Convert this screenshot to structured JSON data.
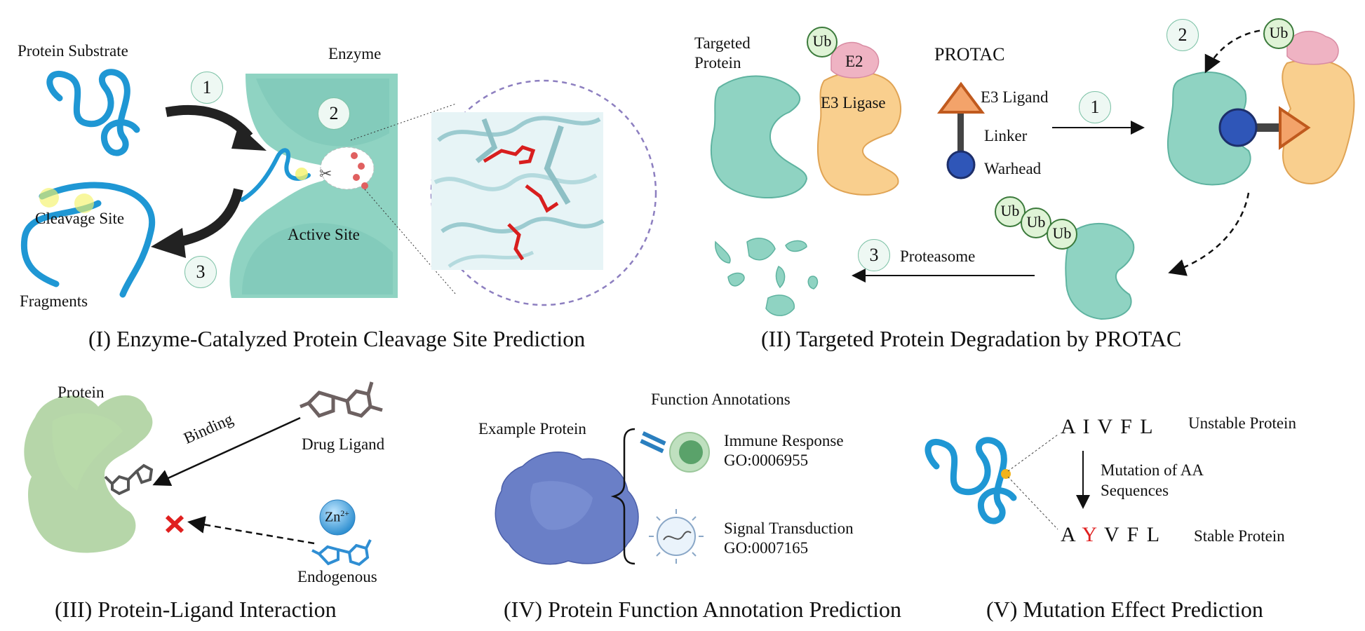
{
  "panel1": {
    "caption": "(I) Enzyme-Catalyzed Protein Cleavage Site Prediction",
    "protein_substrate": "Protein Substrate",
    "enzyme": "Enzyme",
    "active_site": "Active Site",
    "cleavage_site": "Cleavage Site",
    "fragments": "Fragments",
    "step1": "1",
    "step2": "2",
    "step3": "3"
  },
  "panel2": {
    "caption": "(II) Targeted Protein Degradation by PROTAC",
    "targeted_protein": "Targeted\nProtein",
    "ub": "Ub",
    "e2": "E2",
    "e3_ligase": "E3 Ligase",
    "protac": "PROTAC",
    "e3_ligand": "E3 Ligand",
    "linker": "Linker",
    "warhead": "Warhead",
    "proteasome": "Proteasome",
    "step1": "1",
    "step2": "2",
    "step3": "3"
  },
  "panel3": {
    "caption": "(III) Protein-Ligand Interaction",
    "protein": "Protein",
    "binding": "Binding",
    "drug_ligand": "Drug Ligand",
    "zn": "Zn",
    "zn_charge": "2+",
    "endogenous": "Endogenous"
  },
  "panel4": {
    "caption": "(IV) Protein Function Annotation Prediction",
    "function_annotations": "Function Annotations",
    "example_protein": "Example Protein",
    "immune_response": "Immune Response",
    "go1": "GO:0006955",
    "signal_transduction": "Signal Transduction",
    "go2": "GO:0007165"
  },
  "panel5": {
    "caption": "(V) Mutation Effect Prediction",
    "seq_before": "A I V F L",
    "unstable_protein": "Unstable Protein",
    "mutation_line1": "Mutation of AA",
    "mutation_line2": "Sequences",
    "seq_after_a": "A",
    "seq_after_mut": "Y",
    "seq_after_rest": "V F L",
    "stable_protein": "Stable Protein"
  },
  "colors": {
    "teal": "#8fd3c2",
    "teal_dark": "#5fb3a0",
    "strand_blue": "#1f97d4",
    "e3_orange": "#f9cf8e",
    "e2_pink": "#efb3c3",
    "protein_green": "#a9cf9a",
    "example_blue": "#6a7fc7",
    "residue_red": "#d81e1e",
    "mutation_red": "#e02020"
  }
}
